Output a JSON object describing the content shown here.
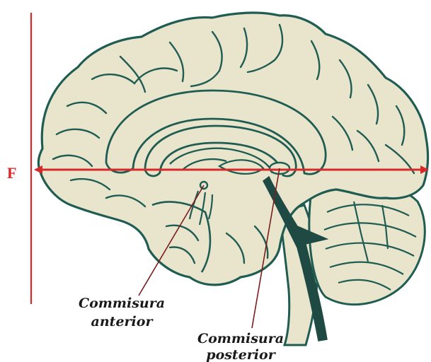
{
  "plane": {
    "label": "F"
  },
  "labels": {
    "anterior_line1": "Commisura",
    "anterior_line2": "anterior",
    "posterior_line1": "Commisura",
    "posterior_line2": "posterior"
  },
  "colors": {
    "outline": "#1f5c52",
    "fill": "#e9e5cc",
    "ventricle": "#1f4a44",
    "reference": "#d62a2a",
    "pointer": "#7a1d1d"
  }
}
